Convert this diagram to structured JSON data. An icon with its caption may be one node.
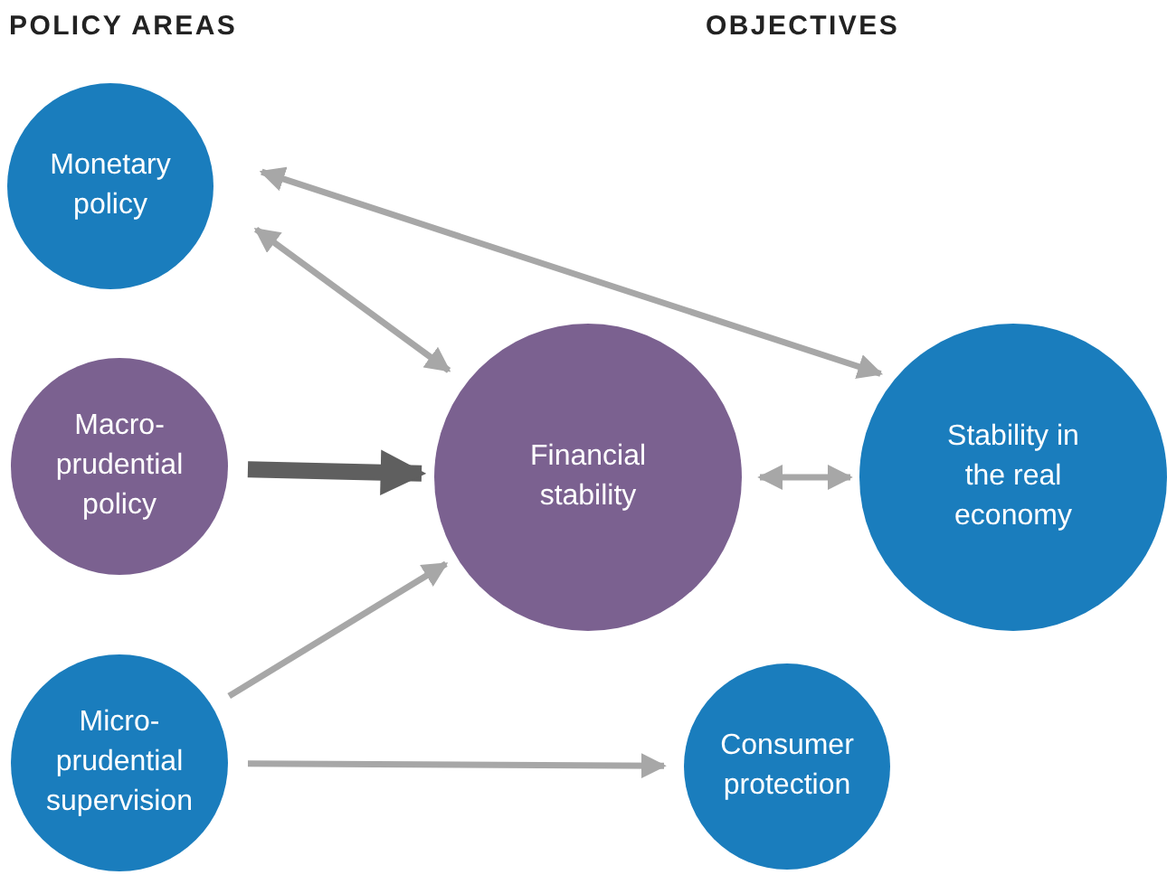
{
  "diagram": {
    "nodes": [
      {
        "text": [
          "Monetary policy"
        ]
      },
      {
        "text": [
          "Macro-prudential policy"
        ]
      },
      {
        "text": [
          "Micro-prudential supervision"
        ]
      },
      {
        "text": [
          "Financial stability"
        ]
      },
      {
        "text": [
          "Stability in the real economy"
        ]
      },
      {
        "text": [
          "Consumer protection"
        ]
      }
    ],
    "edges": [
      {
        "from": 0,
        "to": 4,
        "arrow": "both"
      },
      {
        "from": 0,
        "to": 3,
        "arrow": "both"
      },
      {
        "from": 1,
        "to": 3,
        "arrow": "to",
        "style": "thick",
        "color": "#5f5f5f"
      },
      {
        "from": 3,
        "to": 4,
        "arrow": "both"
      },
      {
        "from": 2,
        "to": 3,
        "arrow": "to"
      },
      {
        "from": 2,
        "to": 5,
        "arrow": "to"
      }
    ],
    "labels": [
      "POLICY AREAS",
      "OBJECTIVES"
    ]
  }
}
